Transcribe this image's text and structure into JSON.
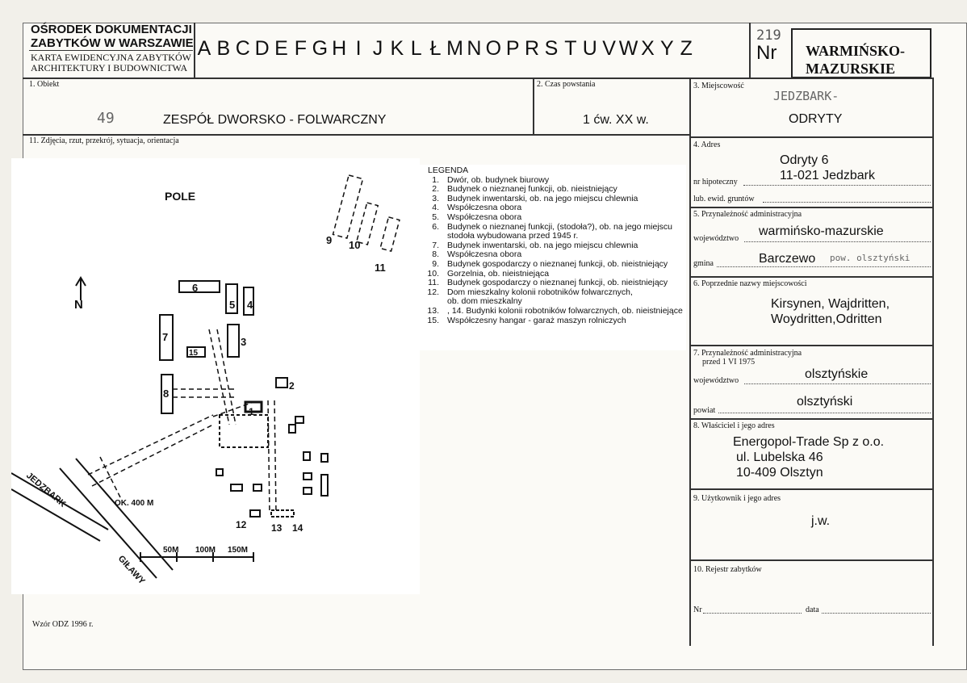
{
  "header": {
    "org_line1": "OŚRODEK DOKUMENTACJI",
    "org_line2": "ZABYTKÓW W WARSZAWIE",
    "card_line1": "KARTA EWIDENCYJNA ZABYTKÓW",
    "card_line2": "ARCHITEKTURY I BUDOWNICTWA",
    "letters": [
      "A",
      "B",
      "C",
      "D",
      "E",
      "F",
      "G",
      "H",
      "I",
      "J",
      "K",
      "L",
      "Ł",
      "M",
      "N",
      "O",
      "P",
      "R",
      "S",
      "T",
      "U",
      "V",
      "W",
      "X",
      "Y",
      "Z"
    ],
    "nr_label": "Nr",
    "nr_value": "219",
    "region_line1": "WARMIŃSKO-",
    "region_line2": "MAZURSKIE"
  },
  "field1": {
    "label": "1. Obiekt",
    "number": "49",
    "value": "ZESPÓŁ DWORSKO - FOLWARCZNY"
  },
  "field2": {
    "label": "2. Czas powstania",
    "value": "1 ćw. XX w."
  },
  "field3": {
    "label": "3. Miejscowość",
    "handwritten": "JEDZBARK-",
    "value": "ODRYTY"
  },
  "field11": {
    "label": "11. Zdjęcia, rzut, przekrój, sytuacja, orientacja"
  },
  "field4": {
    "label": "4. Adres",
    "line1": "Odryty 6",
    "line2": "11-021 Jedzbark",
    "hipoteczny_label": "nr hipoteczny",
    "ewid_label": "lub. ewid. gruntów"
  },
  "field5": {
    "label": "5. Przynależność administracyjna",
    "woj_label": "województwo",
    "woj_value": "warmińsko-mazurskie",
    "gmina_label": "gmina",
    "gmina_value": "Barczewo",
    "gmina_hand": "pow. olsztyński"
  },
  "field6": {
    "label": "6. Poprzednie nazwy miejscowości",
    "line1": "Kirsynen, Wajdritten,",
    "line2": "Woydritten,Odritten"
  },
  "field7": {
    "label1": "7. Przynależność administracyjna",
    "label2": "przed 1 VI 1975",
    "woj_label": "województwo",
    "woj_value": "olsztyńskie",
    "powiat_label": "powiat",
    "powiat_value": "olsztyński"
  },
  "field8": {
    "label": "8. Właściciel i jego adres",
    "line1": "Energopol-Trade Sp z o.o.",
    "line2": "ul. Lubelska 46",
    "line3": "10-409 Olsztyn"
  },
  "field9": {
    "label": "9. Użytkownik i jego adres",
    "value": "j.w."
  },
  "field10": {
    "label": "10. Rejestr zabytków",
    "nr_label": "Nr",
    "data_label": "data"
  },
  "footer": {
    "wzor": "Wzór ODZ 1996 r."
  },
  "legend": {
    "title": "LEGENDA",
    "items": [
      {
        "num": "1.",
        "text": "Dwór, ob. budynek biurowy"
      },
      {
        "num": "2.",
        "text": "Budynek o nieznanej funkcji, ob. nieistniejący"
      },
      {
        "num": "3.",
        "text": "Budynek inwentarski, ob. na jego miejscu chlewnia"
      },
      {
        "num": "4.",
        "text": "Współczesna obora"
      },
      {
        "num": "5.",
        "text": "Współczesna obora"
      },
      {
        "num": "6.",
        "text": "Budynek o nieznanej funkcji, (stodoła?), ob. na jego miejscu"
      },
      {
        "num": "",
        "text": "stodoła wybudowana przed 1945 r."
      },
      {
        "num": "7.",
        "text": "Budynek inwentarski, ob. na jego miejscu chlewnia"
      },
      {
        "num": "8.",
        "text": "Współczesna obora"
      },
      {
        "num": "9.",
        "text": "Budynek gospodarczy o nieznanej funkcji, ob. nieistniejący"
      },
      {
        "num": "10.",
        "text": "Gorzelnia, ob. nieistniejąca"
      },
      {
        "num": "11.",
        "text": "Budynek gospodarczy o nieznanej funkcji, ob. nieistniejący"
      },
      {
        "num": "12.",
        "text": "Dom mieszkalny kolonii robotników folwarcznych,"
      },
      {
        "num": "",
        "text": "ob. dom mieszkalny"
      },
      {
        "num": "13.",
        "text": ", 14. Budynki kolonii robotników folwarcznych, ob. nieistniejące"
      },
      {
        "num": "15.",
        "text": "Współczesny hangar - garaż maszyn rolniczych"
      }
    ]
  },
  "map": {
    "pole": "POLE",
    "north": "N",
    "n1": "1",
    "n2": "2",
    "n3": "3",
    "n4": "4",
    "n5": "5",
    "n6": "6",
    "n7": "7",
    "n8": "8",
    "n9": "9",
    "n10": "10",
    "n11": "11",
    "n12": "12",
    "n13": "13",
    "n14": "14",
    "n15": "15",
    "ok": "OK. 400 M",
    "jedzbark": "JEDZBARK",
    "gilawy": "GIŁAWY",
    "scale1": "50M",
    "scale2": "100M",
    "scale3": "150M"
  }
}
